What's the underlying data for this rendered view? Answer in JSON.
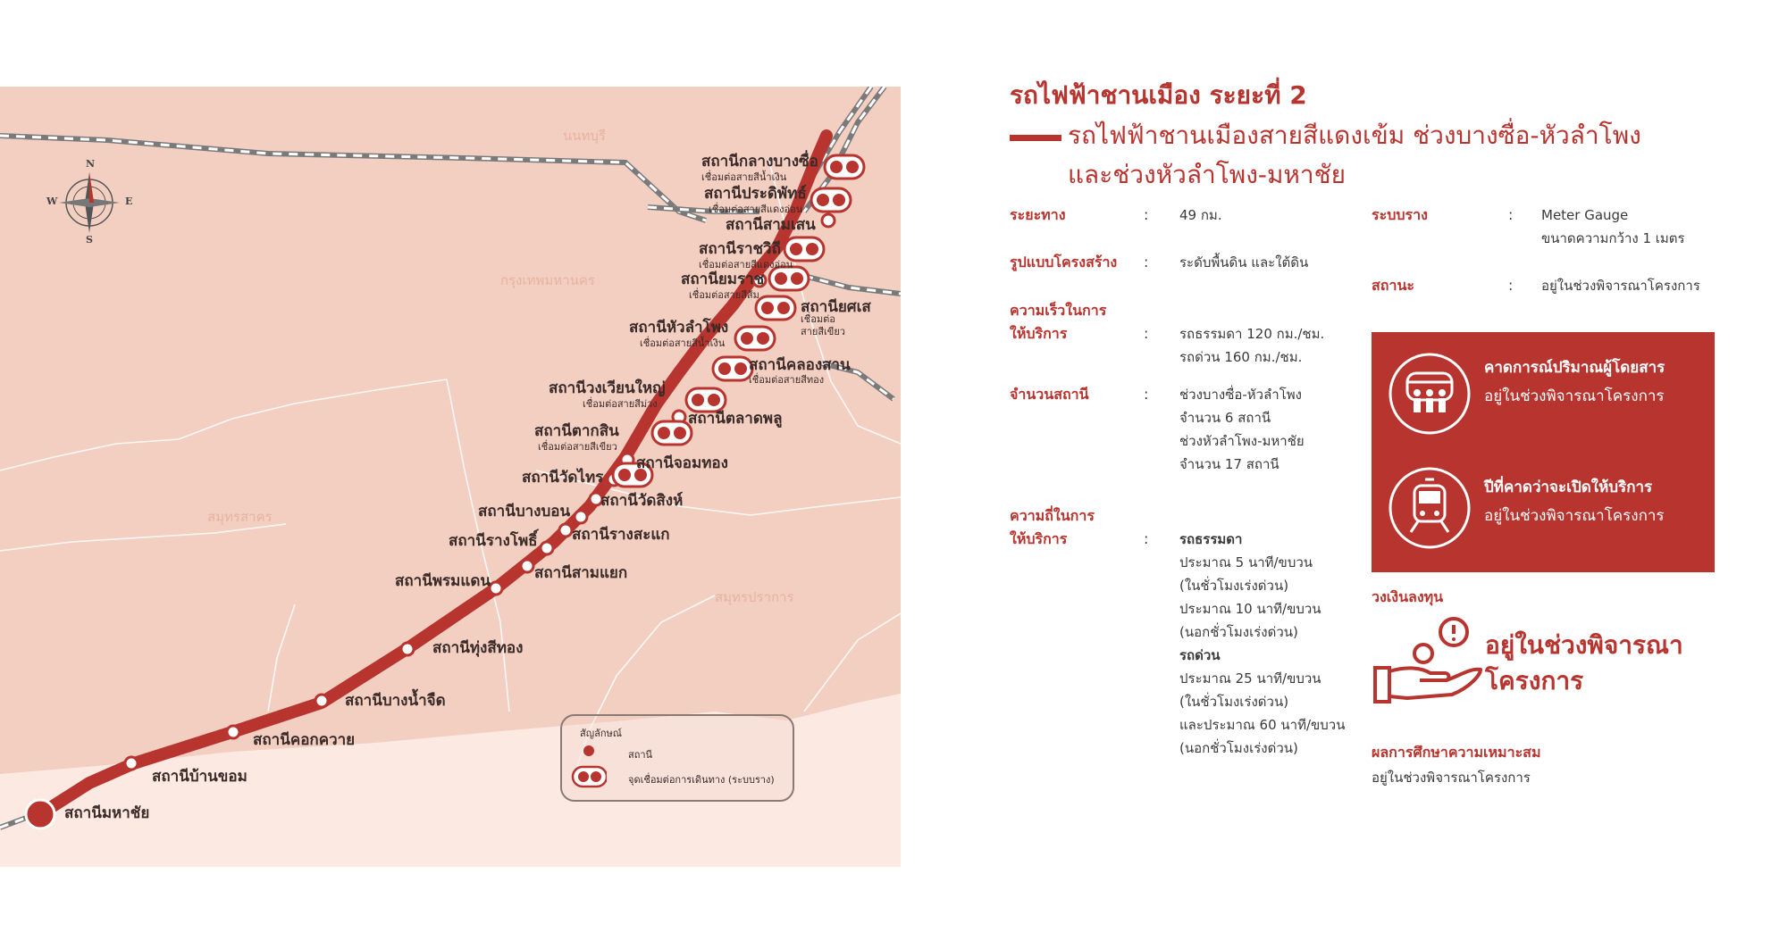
{
  "map": {
    "areas": [
      "นนทบุรี",
      "กรุงเทพมหานคร",
      "สมุทรสาคร",
      "สมุทรปราการ"
    ],
    "compass": {
      "n": "N",
      "s": "S",
      "e": "E",
      "w": "W"
    },
    "stations": [
      {
        "name": "สถานีกลางบางซื่อ",
        "note": "เชื่อมต่อสายสีน้ำเงิน"
      },
      {
        "name": "สถานีประดิพัทธ์",
        "note": "เชื่อมต่อสายสีแดงอ่อน"
      },
      {
        "name": "สถานีสามเสน",
        "note": ""
      },
      {
        "name": "สถานีราชวิถี",
        "note": "เชื่อมต่อสายสีแดงอ่อน"
      },
      {
        "name": "สถานียมราช",
        "note": "เชื่อมต่อสายสีส้ม"
      },
      {
        "name": "สถานียศเส",
        "note": "เชื่อมต่อ สายสีเขียว"
      },
      {
        "name": "สถานีหัวลำโพง",
        "note": "เชื่อมต่อสายสีน้ำเงิน"
      },
      {
        "name": "สถานีคลองสาน",
        "note": "เชื่อมต่อสายสีทอง"
      },
      {
        "name": "สถานีวงเวียนใหญ่",
        "note": "เชื่อมต่อสายสีม่วง"
      },
      {
        "name": "สถานีตลาดพลู",
        "note": ""
      },
      {
        "name": "สถานีตากสิน",
        "note": "เชื่อมต่อสายสีเขียว"
      },
      {
        "name": "สถานีจอมทอง",
        "note": ""
      },
      {
        "name": "สถานีวัดไทร",
        "note": ""
      },
      {
        "name": "สถานีวัดสิงห์",
        "note": ""
      },
      {
        "name": "สถานีบางบอน",
        "note": ""
      },
      {
        "name": "สถานีรางสะแก",
        "note": ""
      },
      {
        "name": "สถานีรางโพธิ์",
        "note": ""
      },
      {
        "name": "สถานีสามแยก",
        "note": ""
      },
      {
        "name": "สถานีพรมแดน",
        "note": ""
      },
      {
        "name": "สถานีทุ่งสีทอง",
        "note": ""
      },
      {
        "name": "สถานีบางน้ำจืด",
        "note": ""
      },
      {
        "name": "สถานีคอกควาย",
        "note": ""
      },
      {
        "name": "สถานีบ้านขอม",
        "note": ""
      },
      {
        "name": "สถานีมหาชัย",
        "note": ""
      }
    ],
    "legend": {
      "title": "สัญลักษณ์",
      "station": "สถานี",
      "interchange": "จุดเชื่อมต่อการเดินทาง (ระบบราง)"
    }
  },
  "info": {
    "title": "รถไฟฟ้าชานเมือง ระยะที่ 2",
    "subtitle_line1": "รถไฟฟ้าชานเมืองสายสีแดงเข้ม ช่วงบางซื่อ-หัวลำโพง",
    "subtitle_line2": "และช่วงหัวลำโพง-มหาชัย",
    "distance_label": "ระยะทาง",
    "distance_value": "49 กม.",
    "structure_label": "รูปแบบโครงสร้าง",
    "structure_value": "ระดับพื้นดิน และใต้ดิน",
    "speed_label_1": "ความเร็วในการ",
    "speed_label_2": "ให้บริการ",
    "speed_value_1": "รถธรรมดา 120 กม./ชม.",
    "speed_value_2": "รถด่วน 160 กม./ชม.",
    "stations_label": "จำนวนสถานี",
    "stations_value_1": "ช่วงบางซื่อ-หัวลำโพง",
    "stations_value_2": "จำนวน 6 สถานี",
    "stations_value_3": "ช่วงหัวลำโพง-มหาชัย",
    "stations_value_4": "จำนวน 17 สถานี",
    "frequency_label_1": "ความถี่ในการ",
    "frequency_label_2": "ให้บริการ",
    "frequency_lines": [
      "รถธรรมดา",
      "ประมาณ 5 นาที/ขบวน",
      "(ในชั่วโมงเร่งด่วน)",
      "ประมาณ 10 นาที/ขบวน",
      "(นอกชั่วโมงเร่งด่วน)",
      "รถด่วน",
      "ประมาณ 25 นาที/ขบวน",
      "(ในชั่วโมงเร่งด่วน)",
      "และประมาณ 60 นาที/ขบวน",
      "(นอกชั่วโมงเร่งด่วน)"
    ],
    "gauge_label": "ระบบราง",
    "gauge_value_1": "Meter Gauge",
    "gauge_value_2": "ขนาดความกว้าง 1 เมตร",
    "status_label": "สถานะ",
    "status_value": "อยู่ในช่วงพิจารณาโครงการ",
    "colon": ":",
    "forecast": {
      "ridership_title": "คาดการณ์ปริมาณผู้โดยสาร",
      "ridership_value": "อยู่ในช่วงพิจารณาโครงการ",
      "opening_title": "ปีที่คาดว่าจะเปิดให้บริการ",
      "opening_value": "อยู่ในช่วงพิจารณาโครงการ"
    },
    "investment_label": "วงเงินลงทุน",
    "investment_value": "อยู่ในช่วงพิจารณาโครงการ",
    "study_label": "ผลการศึกษาความเหมาะสม",
    "study_value": "อยู่ในช่วงพิจารณาโครงการ"
  },
  "colors": {
    "accent": "#b8342f",
    "map_bg": "#f3cfc2",
    "sea": "#fbe9e2"
  }
}
